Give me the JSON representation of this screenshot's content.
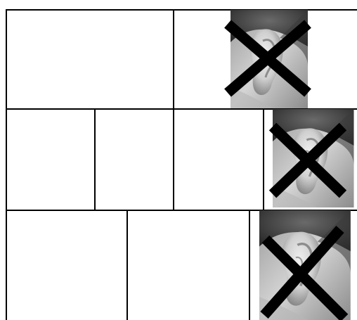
{
  "colors": {
    "background": "#ffffff",
    "grid_line": "#000000",
    "cross_mark": "#000000",
    "photo_dark": "#2b2b2b",
    "photo_light": "#c8c8c8"
  },
  "grid": {
    "rows": [
      {
        "cells": [
          "empty",
          "empty",
          "ear-photo-crossed"
        ]
      },
      {
        "cells": [
          "empty",
          "empty",
          "empty",
          "ear-photo-crossed"
        ]
      },
      {
        "cells": [
          "empty",
          "empty",
          "ear-photo-crossed"
        ]
      }
    ]
  },
  "images": [
    {
      "icon": "ear-photo-crossed-out"
    },
    {
      "icon": "ear-photo-crossed-out"
    },
    {
      "icon": "ear-photo-crossed-out"
    }
  ]
}
